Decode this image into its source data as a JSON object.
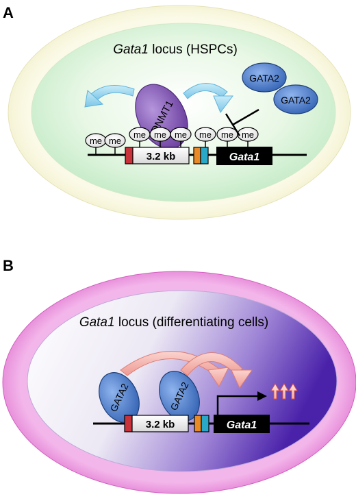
{
  "panel_a": {
    "letter": "A",
    "title_gene": "Gata1",
    "title_rest": " locus (HSPCs)",
    "dnmt_label": "DNMT1",
    "me_label": "me",
    "kb_label": "3.2 kb",
    "gene_label": "Gata1",
    "gata2_label": "GATA2"
  },
  "panel_b": {
    "letter": "B",
    "title_gene": "Gata1",
    "title_rest": " locus (differentiating cells)",
    "gata2_label": "GATA2",
    "kb_label": "3.2 kb",
    "gene_label": "Gata1"
  },
  "colors": {
    "panel_a_rim": "#f6f3d2",
    "panel_a_inner": "#e9f8e6",
    "panel_b_rim": "#e889d8",
    "panel_b_inner_dark": "#5b2fb8",
    "dnmt1": "#8a5fb8",
    "gata2": "#4f7fcf",
    "red_box": "#c8323a",
    "orange_box": "#e88a26",
    "blue_box": "#2aa8c8",
    "curved_arrow_a": "#8fd0ec",
    "curved_arrow_b": "#f2a3a0"
  }
}
